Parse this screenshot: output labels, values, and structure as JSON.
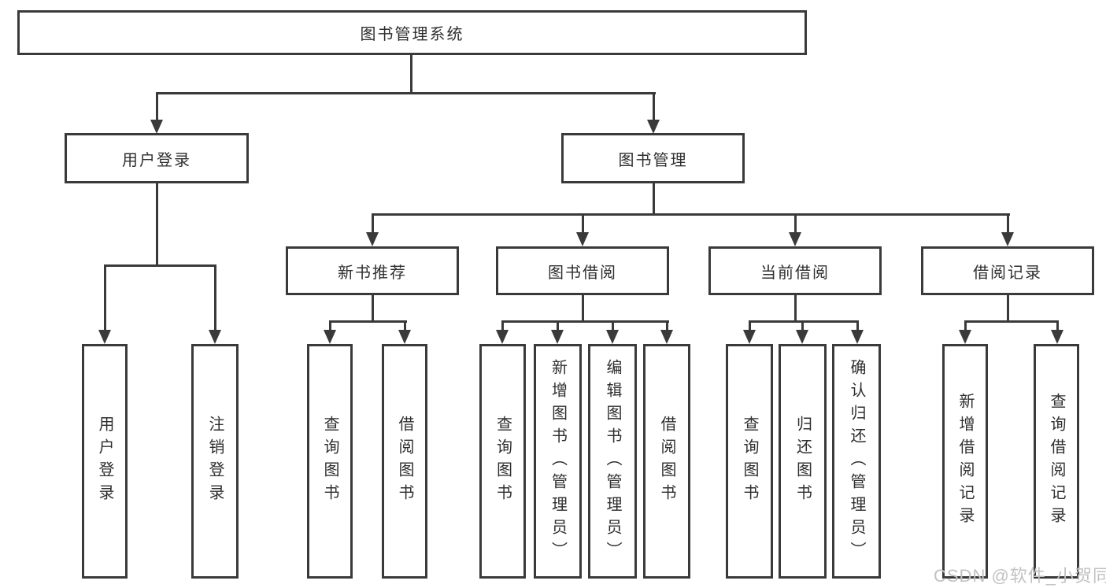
{
  "title": "图书管理系统",
  "level2": {
    "user_login": "用户登录",
    "book_mgmt": "图书管理"
  },
  "level3": {
    "new_book": "新书推荐",
    "book_borrow": "图书借阅",
    "current_borrow": "当前借阅",
    "borrow_records": "借阅记录"
  },
  "leaves": {
    "user_login_1": "用户登录",
    "user_login_2": "注销登录",
    "new_book_1": "查询图书",
    "new_book_2": "借阅图书",
    "book_borrow_1": "查询图书",
    "book_borrow_2": "新增图书（管理员）",
    "book_borrow_3": "编辑图书（管理员）",
    "book_borrow_4": "借阅图书",
    "current_borrow_1": "查询图书",
    "current_borrow_2": "归还图书",
    "current_borrow_3": "确认归还（管理员）",
    "borrow_records_1": "新增借阅记录",
    "borrow_records_2": "查询借阅记录"
  },
  "watermark": "CSDN @软件_小贺同学",
  "colors": {
    "line": "#3a3a3a",
    "text": "#2f2f2f",
    "watermark": "#c2c2c2",
    "background": "#ffffff"
  }
}
